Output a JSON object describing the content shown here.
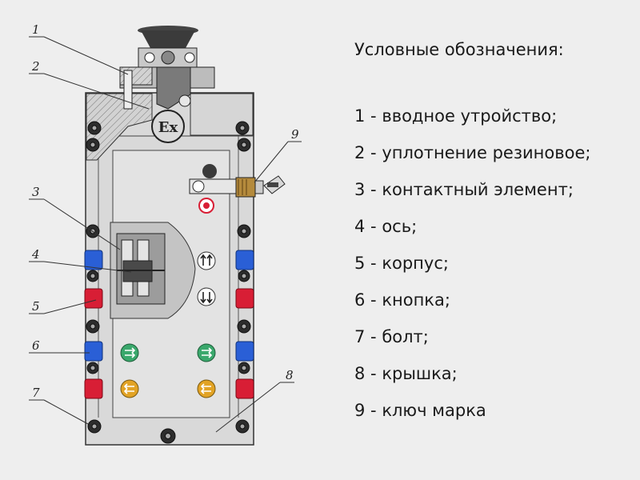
{
  "legend": {
    "title": "Условные обозначения:",
    "items": [
      {
        "num": "1",
        "sep": " - ",
        "text": "вводное утройство;"
      },
      {
        "num": "2",
        "sep": " - ",
        "text": "уплотнение резиновое;"
      },
      {
        "num": "3",
        "sep": " - ",
        "text": "контактный элемент;"
      },
      {
        "num": "4",
        "sep": " - ",
        "text": "ось;"
      },
      {
        "num": "5",
        "sep": " - ",
        "text": "корпус;"
      },
      {
        "num": "6",
        "sep": " - ",
        "text": "кнопка;"
      },
      {
        "num": "7",
        "sep": " - ",
        "text": "болт;"
      },
      {
        "num": "8",
        "sep": " - ",
        "text": "крышка;"
      },
      {
        "num": "9",
        "sep": " - ",
        "text": "ключ марка"
      }
    ]
  },
  "callouts": [
    "1",
    "2",
    "3",
    "4",
    "5",
    "6",
    "7",
    "8",
    "9"
  ],
  "ex_mark": "Ex",
  "colors": {
    "background": "#eeeeee",
    "housing": "#d9d9d9",
    "button_blue": "#2a5fd6",
    "button_red": "#d81e35",
    "indicator_green": "#3aa86c",
    "indicator_yellow": "#e2a325",
    "key_brass": "#b48a3c"
  }
}
